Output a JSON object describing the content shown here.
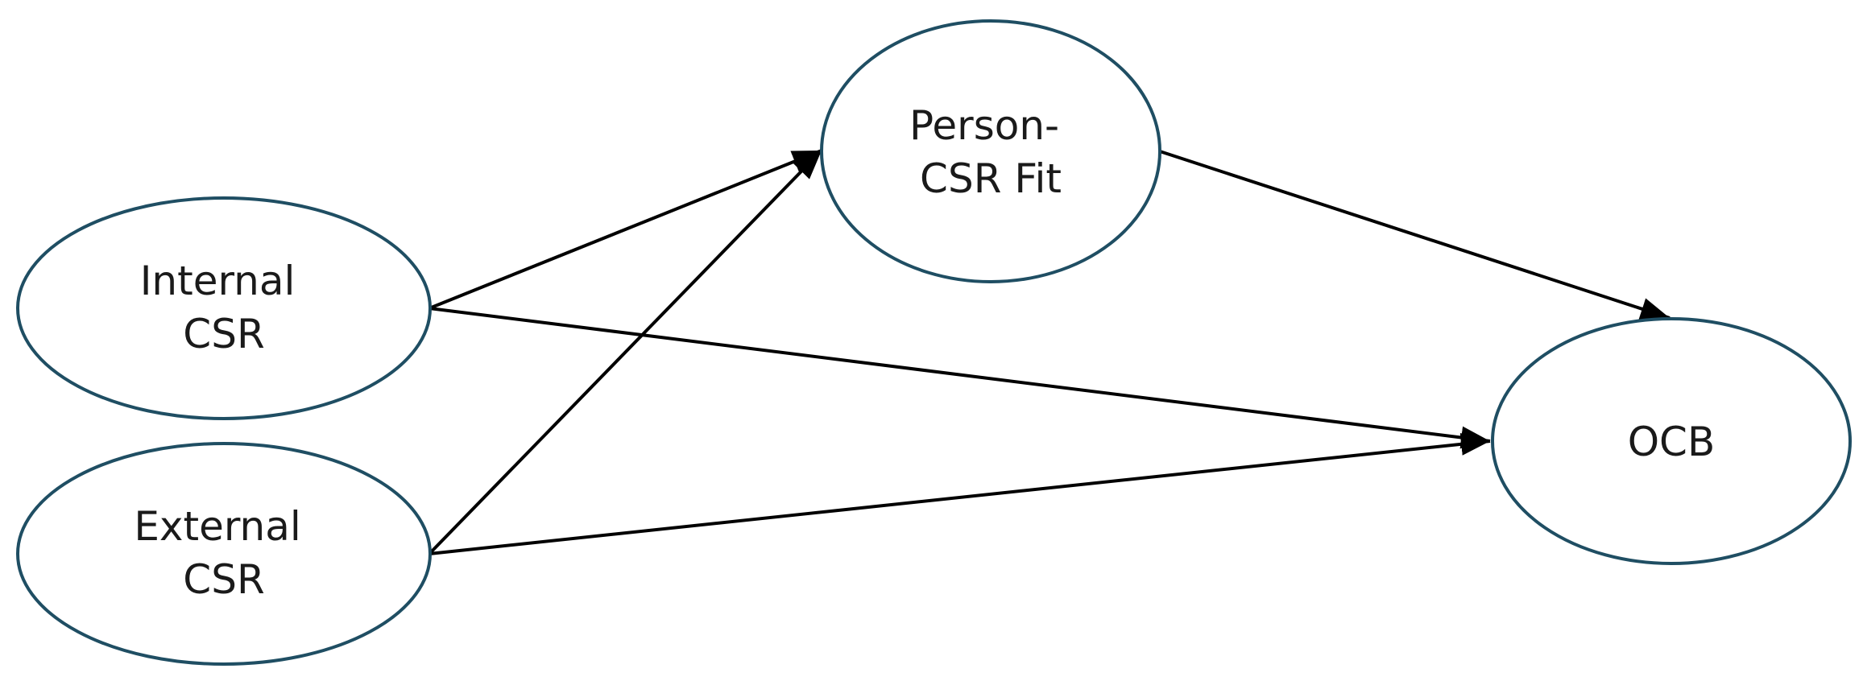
{
  "diagram": {
    "nodes": [
      {
        "id": "internal_csr",
        "lines": [
          "Internal",
          "CSR"
        ]
      },
      {
        "id": "external_csr",
        "lines": [
          "External",
          "CSR"
        ]
      },
      {
        "id": "person_csr_fit",
        "lines": [
          "Person-",
          "CSR Fit"
        ]
      },
      {
        "id": "ocb",
        "lines": [
          "OCB"
        ]
      }
    ],
    "edges": [
      {
        "from": "internal_csr",
        "to": "person_csr_fit"
      },
      {
        "from": "external_csr",
        "to": "person_csr_fit"
      },
      {
        "from": "internal_csr",
        "to": "ocb"
      },
      {
        "from": "external_csr",
        "to": "ocb"
      },
      {
        "from": "person_csr_fit",
        "to": "ocb"
      }
    ],
    "colors": {
      "node_border": "#1f4e63",
      "arrow": "#000000",
      "text": "#1a1a1a"
    }
  }
}
